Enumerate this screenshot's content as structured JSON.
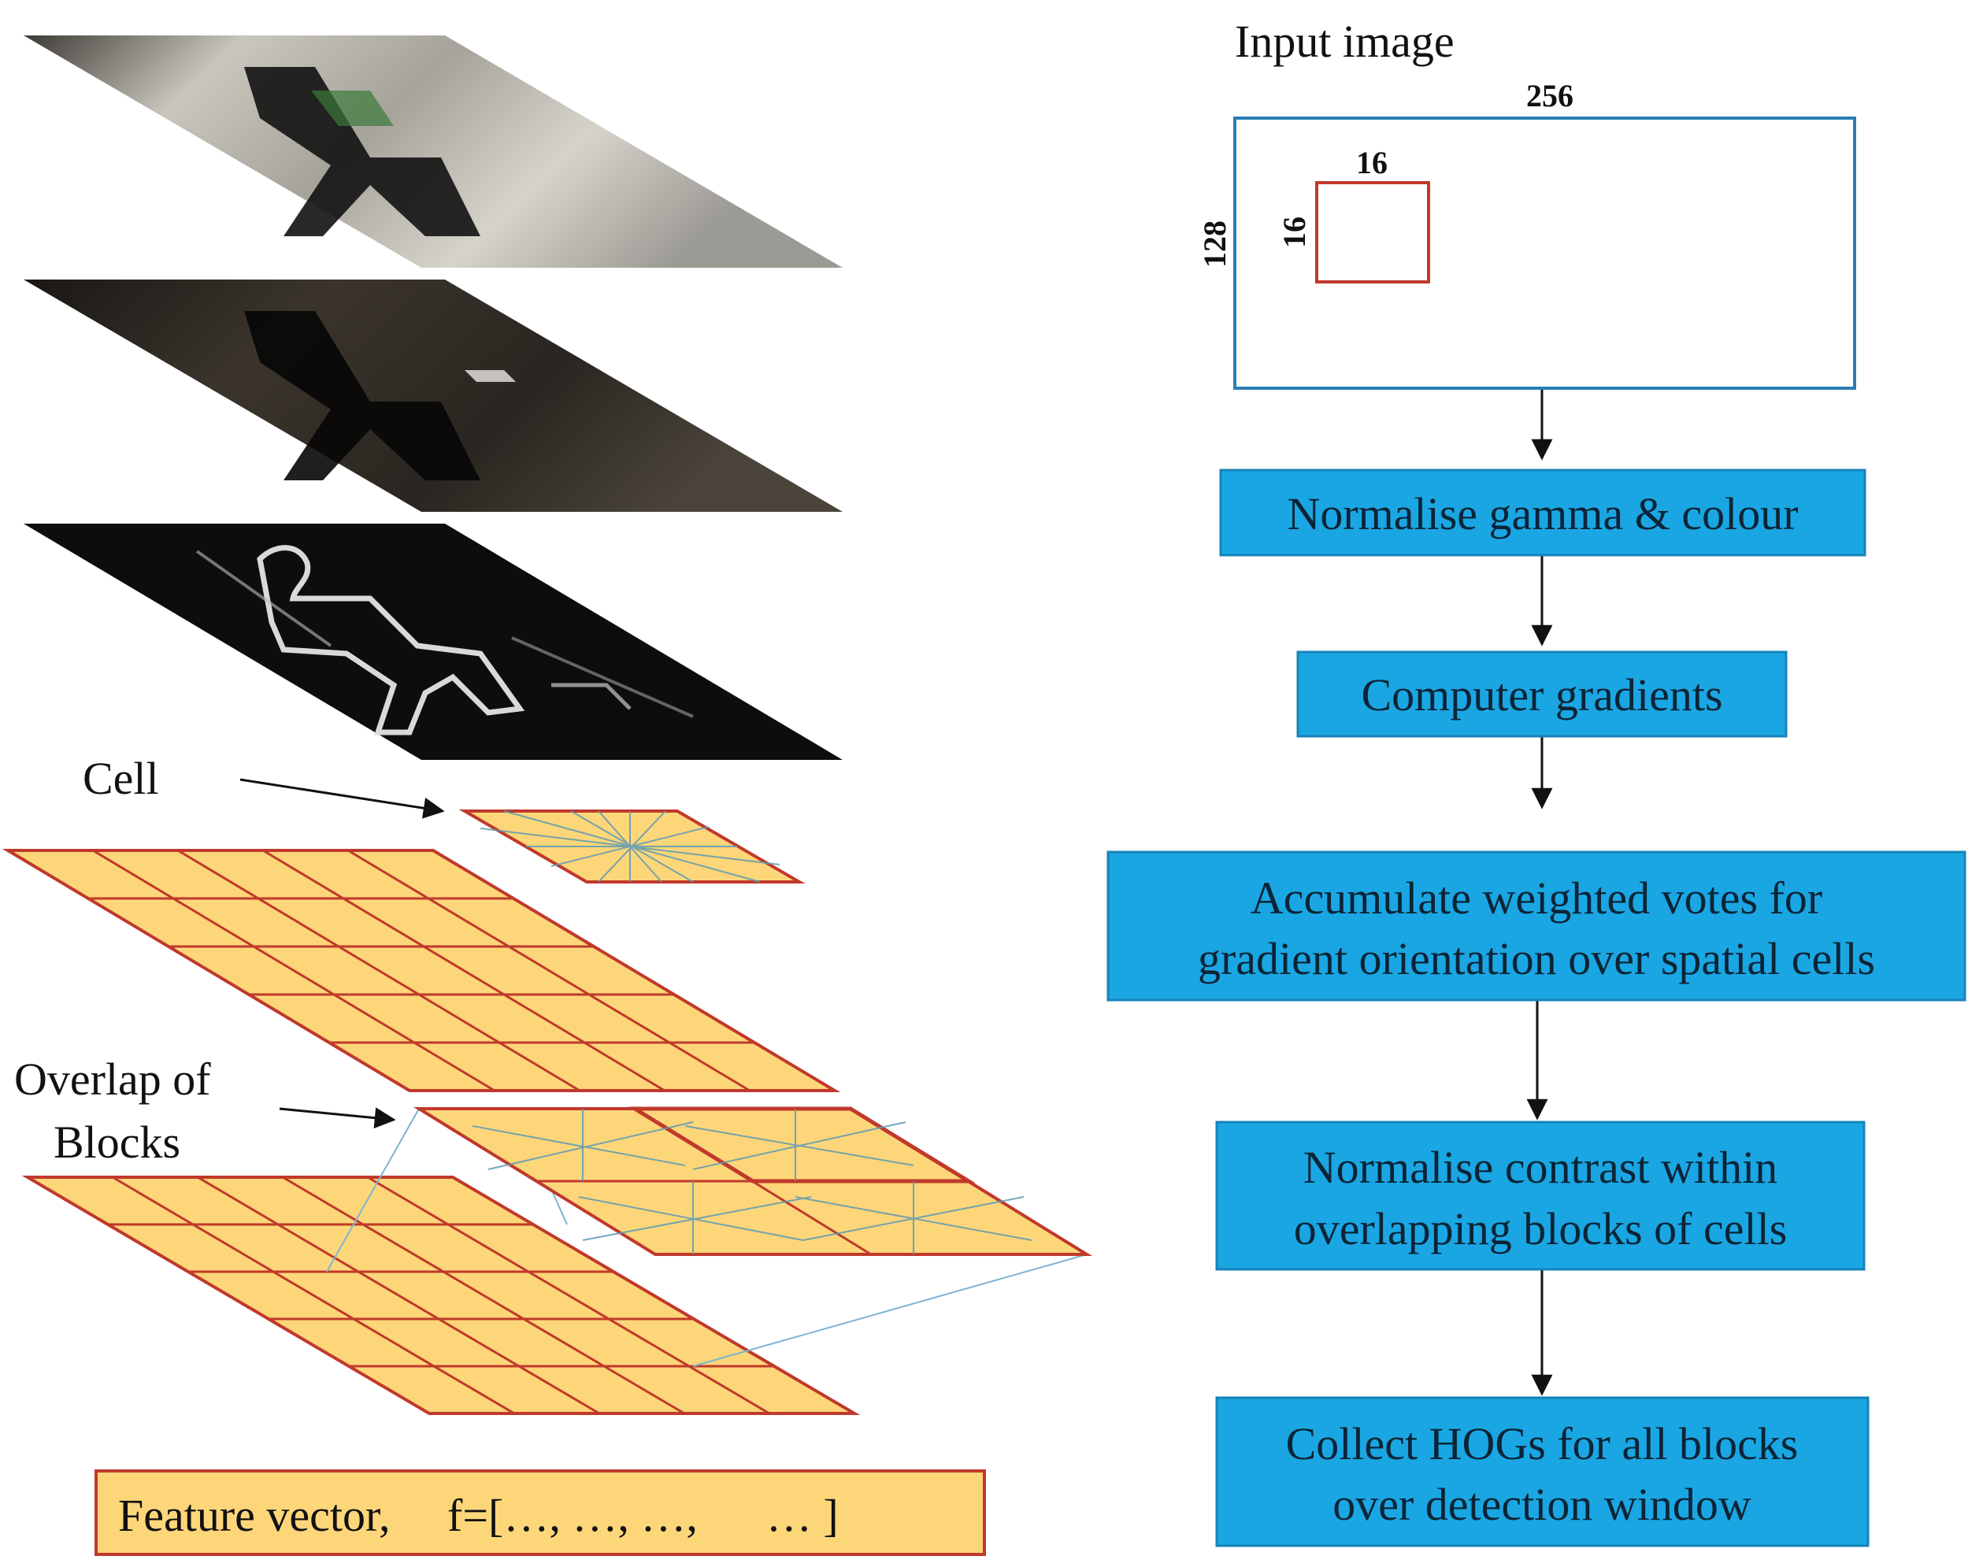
{
  "colors": {
    "step_box": "#1aa6e2",
    "step_box_border": "#1583b8",
    "grid_fill": "#fdd67a",
    "grid_line": "#c0392b",
    "input_frame": "#2a7fb5",
    "cell_frame": "#c0392b",
    "arrow": "#111111"
  },
  "left": {
    "cell_label": "Cell",
    "overlap_label_line1": "Overlap of",
    "overlap_label_line2": "Blocks",
    "feature_vector": "Feature vector,     f=[…, …, …,      … ]"
  },
  "right": {
    "input_label": "Input image",
    "dim_width": "256",
    "dim_height": "128",
    "cell_width": "16",
    "cell_height": "16",
    "steps": [
      {
        "line1": "Normalise gamma & colour"
      },
      {
        "line1": "Computer gradients"
      },
      {
        "line1": "Accumulate weighted votes for",
        "line2": "gradient orientation over spatial cells"
      },
      {
        "line1": "Normalise contrast within",
        "line2": "overlapping blocks of cells"
      },
      {
        "line1": "Collect HOGs for all blocks",
        "line2": "over detection window"
      }
    ]
  }
}
